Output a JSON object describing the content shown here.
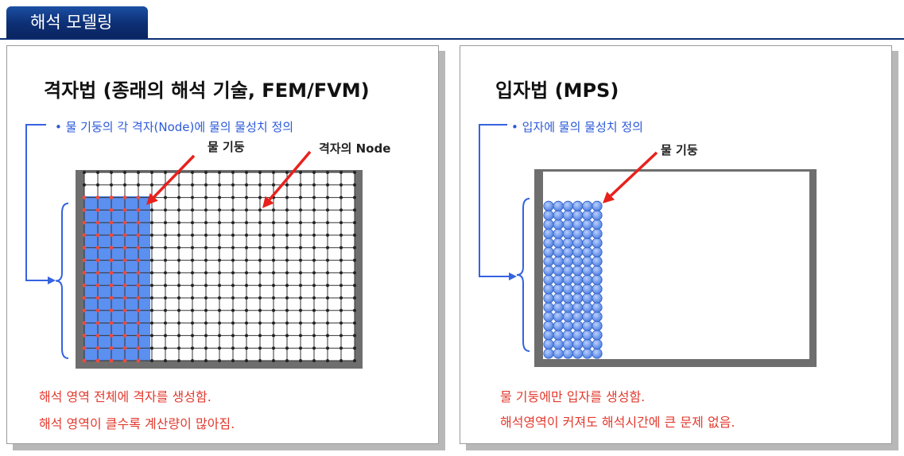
{
  "header": {
    "title": "해석 모델링"
  },
  "left_panel": {
    "title": "격자법 (종래의 해석 기술, FEM/FVM)",
    "bullet": "•  물 기둥의 각 격자(Node)에 물의 물성치 정의",
    "label_water_column": "물 기둥",
    "label_node": "격자의 Node",
    "notes": [
      "해석 영역 전체에 격자를 생성함.",
      "해석 영역이 클수록 계산량이 많아짐."
    ]
  },
  "right_panel": {
    "title": "입자법 (MPS)",
    "bullet": "•  입자에 물의 물성치 정의",
    "label_water_column": "물 기둥",
    "notes": [
      "물 기둥에만 입자를 생성함.",
      "해석영역이 커져도 해석시간에 큰 문제 없음."
    ]
  },
  "colors": {
    "header_bg": "#0d2f74",
    "bullet_text": "#2b59d9",
    "note_text": "#e23a2e",
    "arrow": "#e8211c",
    "water": "#5b8ff0",
    "particle": "#6f9cf2",
    "red_node": "#f04a3c",
    "brace": "#3563e0"
  }
}
